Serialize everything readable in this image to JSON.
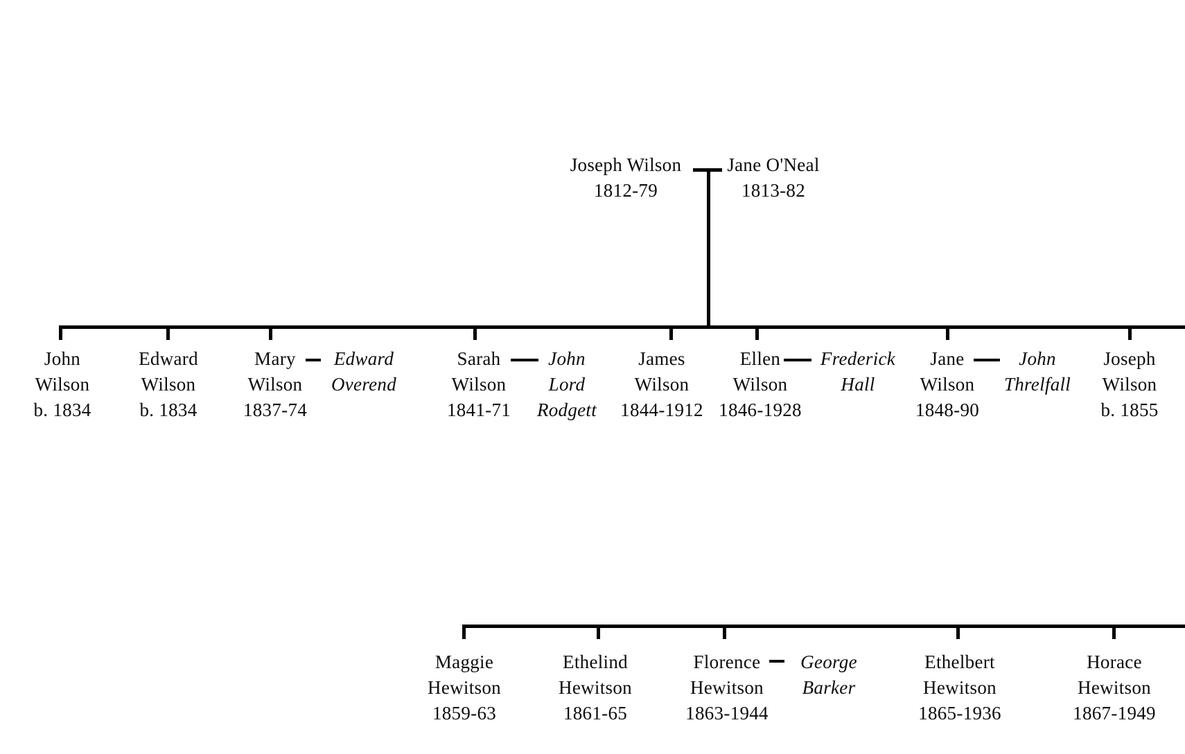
{
  "diagram_type": "family-tree",
  "background": "#ffffff",
  "line_color": "#000000",
  "text_color": "#0d0d0d",
  "generation1": {
    "father": {
      "lines": [
        "Joseph Wilson",
        "1812-79"
      ]
    },
    "mother": {
      "lines": [
        "Jane O'Neal",
        "1813-82"
      ]
    }
  },
  "generation2": [
    {
      "lines": [
        "John",
        "Wilson",
        "b. 1834"
      ]
    },
    {
      "lines": [
        "Edward",
        "Wilson",
        "b. 1834"
      ]
    },
    {
      "lines": [
        "Mary",
        "Wilson",
        "1837-74"
      ],
      "spouse": {
        "lines": [
          "Edward",
          "Overend"
        ]
      }
    },
    {
      "lines": [
        "Sarah",
        "Wilson",
        "1841-71"
      ],
      "spouse": {
        "lines": [
          "John",
          "Lord",
          "Rodgett"
        ]
      }
    },
    {
      "lines": [
        "James",
        "Wilson",
        "1844-1912"
      ]
    },
    {
      "lines": [
        "Ellen",
        "Wilson",
        "1846-1928"
      ],
      "spouse": {
        "lines": [
          "Frederick",
          "Hall"
        ]
      }
    },
    {
      "lines": [
        "Jane",
        "Wilson",
        "1848-90"
      ],
      "spouse": {
        "lines": [
          "John",
          "Threlfall"
        ]
      }
    },
    {
      "lines": [
        "Joseph",
        "Wilson",
        "b. 1855"
      ]
    }
  ],
  "generation3": [
    {
      "lines": [
        "Maggie",
        "Hewitson",
        "1859-63"
      ]
    },
    {
      "lines": [
        "Ethelind",
        "Hewitson",
        "1861-65"
      ]
    },
    {
      "lines": [
        "Florence",
        "Hewitson",
        "1863-1944"
      ],
      "spouse": {
        "lines": [
          "George",
          "Barker"
        ]
      }
    },
    {
      "lines": [
        "Ethelbert",
        "Hewitson",
        "1865-1936"
      ]
    },
    {
      "lines": [
        "Horace",
        "Hewitson",
        "1867-1949"
      ]
    }
  ]
}
